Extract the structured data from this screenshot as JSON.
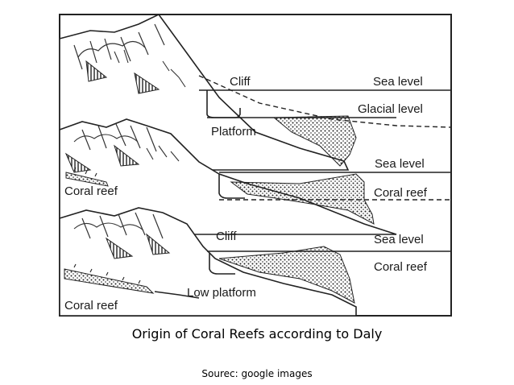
{
  "figure": {
    "labels": {
      "cliff_top": "Cliff",
      "sea_level_top": "Sea level",
      "glacial_level": "Glacial level",
      "platform": "Platform",
      "sea_level_mid": "Sea level",
      "coral_reef_left_mid": "Coral reef",
      "coral_reef_right_mid": "Coral reef",
      "cliff_bottom": "Cliff",
      "sea_level_bottom": "Sea level",
      "coral_reef_right_bottom": "Coral reef",
      "low_platform": "Low platform",
      "coral_reef_left_bottom": "Coral reef"
    }
  },
  "caption": "Origin of Coral Reefs according to Daly",
  "source": "Sourec: google images"
}
